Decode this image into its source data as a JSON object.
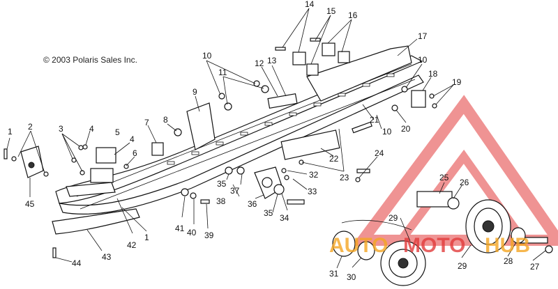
{
  "copyright": "© 2003 Polaris Sales Inc.",
  "watermark": {
    "part1": "AUTO",
    "part2": "MOTO",
    "part3": "HUB",
    "color_orange": "#f5a623",
    "color_red": "#e23b3b"
  },
  "callouts": {
    "c1a": "1",
    "c2": "2",
    "c3": "3",
    "c4a": "4",
    "c4b": "4",
    "c5": "5",
    "c6": "6",
    "c7": "7",
    "c8": "8",
    "c9": "9",
    "c10a": "10",
    "c10b": "10",
    "c10c": "10",
    "c11": "11",
    "c12": "12",
    "c13": "13",
    "c14": "14",
    "c15": "15",
    "c16": "16",
    "c17": "17",
    "c18": "18",
    "c19": "19",
    "c20": "20",
    "c21": "21",
    "c22": "22",
    "c23": "23",
    "c24": "24",
    "c25": "25",
    "c26": "26",
    "c27": "27",
    "c28": "28",
    "c29a": "29",
    "c29b": "29",
    "c30": "30",
    "c31": "31",
    "c32": "32",
    "c33": "33",
    "c34": "34",
    "c35a": "35",
    "c35b": "35",
    "c36": "36",
    "c37": "37",
    "c38": "38",
    "c39": "39",
    "c40": "40",
    "c41": "41",
    "c42": "42",
    "c43": "43",
    "c44": "44",
    "c45": "45",
    "c1b": "1"
  }
}
